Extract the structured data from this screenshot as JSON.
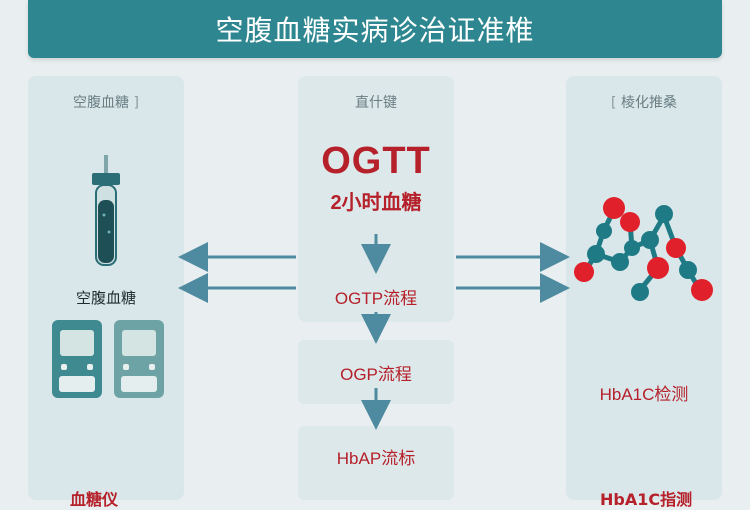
{
  "title": "空腹血糖实病诊治证准椎",
  "panels": {
    "left": {
      "label_open": "空",
      "label_main": "腹血糖",
      "label_close": "]",
      "caption": "空腹血糖",
      "bottom": "血糖仪"
    },
    "center": {
      "label": "直什键",
      "ogtt": "OGTT",
      "ogtt_sub": "2小时血糖",
      "step1": "OGTP流程",
      "step2": "OGP流程",
      "step3": "HbAP流标"
    },
    "right": {
      "label_open": "[",
      "label_main": "棱化推桑",
      "caption": "HbA1C检测",
      "bottom": "HbA1C指测"
    }
  },
  "colors": {
    "title_bar": "#2e8790",
    "accent_red": "#b5202a",
    "arrow": "#4e8aa0",
    "panel_bg": "#d9e7ea",
    "molecule_red": "#e0202a",
    "molecule_teal": "#1e7b86"
  },
  "icons": {
    "tube": "test-tube-icon",
    "meter": "glucose-meter-icon",
    "molecule": "molecule-icon"
  }
}
